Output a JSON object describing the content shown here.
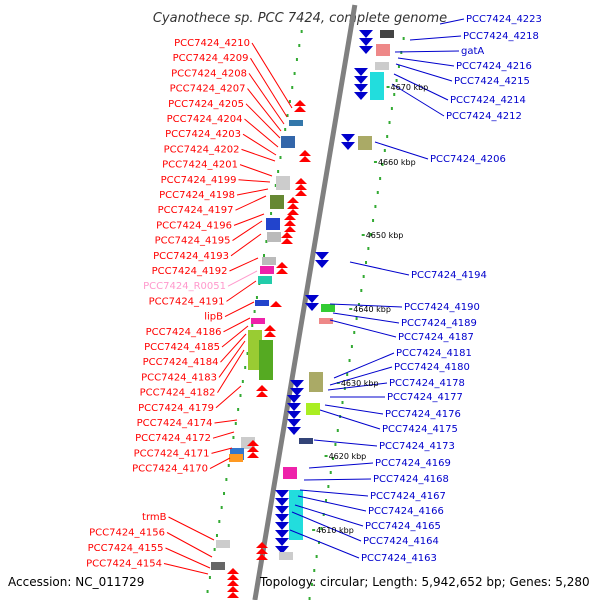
{
  "title": "Cyanothece sp. PCC 7424, complete genome",
  "footer": {
    "accession": "Accession: NC_011729",
    "topology": "Topology: circular; Length: 5,942,652 bp; Genes: 5,280"
  },
  "colors": {
    "forward_strand": "#ff0000",
    "reverse_strand": "#0000cc",
    "rna_label": "#ff99cc",
    "backbone": "#808080",
    "tick": "#33aa33"
  },
  "kbp_marks": [
    "4670 kbp",
    "4660 kbp",
    "4650 kbp",
    "4640 kbp",
    "4630 kbp",
    "4620 kbp",
    "4610 kbp"
  ],
  "left_labels": [
    "PCC7424_4210",
    "PCC7424_4209",
    "PCC7424_4208",
    "PCC7424_4207",
    "PCC7424_4205",
    "PCC7424_4204",
    "PCC7424_4203",
    "PCC7424_4202",
    "PCC7424_4201",
    "PCC7424_4199",
    "PCC7424_4198",
    "PCC7424_4197",
    "PCC7424_4196",
    "PCC7424_4195",
    "PCC7424_4193",
    "PCC7424_4192",
    "PCC7424_R0051",
    "PCC7424_4191",
    "lipB",
    "PCC7424_4186",
    "PCC7424_4185",
    "PCC7424_4184",
    "PCC7424_4183",
    "PCC7424_4182",
    "PCC7424_4179",
    "PCC7424_4174",
    "PCC7424_4172",
    "PCC7424_4171",
    "PCC7424_4170",
    "trmB",
    "PCC7424_4156",
    "PCC7424_4155",
    "PCC7424_4154"
  ],
  "right_labels": [
    "PCC7424_4223",
    "PCC7424_4218",
    "gatA",
    "PCC7424_4216",
    "PCC7424_4215",
    "PCC7424_4214",
    "PCC7424_4212",
    "PCC7424_4206",
    "PCC7424_4194",
    "PCC7424_4190",
    "PCC7424_4189",
    "PCC7424_4187",
    "PCC7424_4181",
    "PCC7424_4180",
    "PCC7424_4178",
    "PCC7424_4177",
    "PCC7424_4176",
    "PCC7424_4175",
    "PCC7424_4173",
    "PCC7424_4169",
    "PCC7424_4168",
    "PCC7424_4167",
    "PCC7424_4166",
    "PCC7424_4165",
    "PCC7424_4164",
    "PCC7424_4163"
  ]
}
